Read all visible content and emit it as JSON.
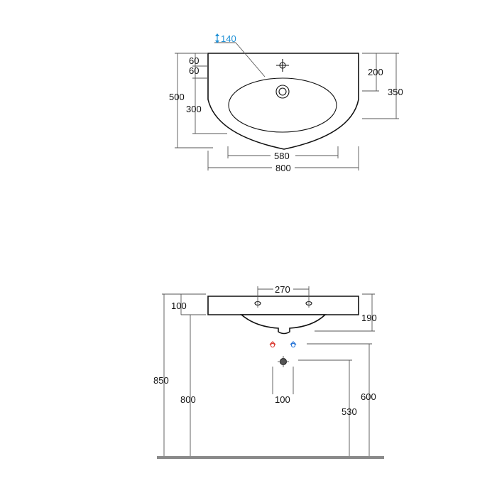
{
  "top_view": {
    "faucet_height": "140",
    "dims": {
      "d60a": "60",
      "d60b": "60",
      "d500": "500",
      "d300": "300",
      "d200": "200",
      "d350": "350",
      "d580": "580",
      "d800": "800"
    }
  },
  "side_view": {
    "dims": {
      "d270": "270",
      "d100_top": "100",
      "d190": "190",
      "d850": "850",
      "d800": "800",
      "d100_bottom": "100",
      "d600": "600",
      "d530": "530"
    }
  },
  "colors": {
    "blue_accent": "#1e90d6",
    "hot_marker": "#d9342b",
    "cold_marker": "#1e6fd6",
    "floor": "#8a8a8a"
  },
  "icons": {
    "faucet_height": "updown-arrow-icon",
    "hot": "hot-water-marker-icon",
    "cold": "cold-water-marker-icon"
  }
}
